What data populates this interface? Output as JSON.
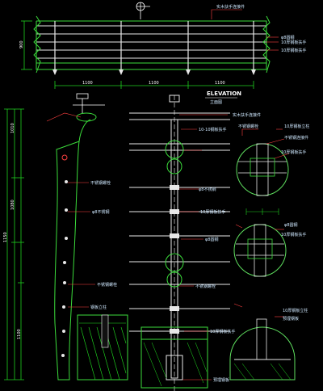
{
  "colors": {
    "background": "#000000",
    "rail": "#e8e8e8",
    "dimension": "#1fd11f",
    "outline": "#3bdc3b",
    "leader": "#ff4040",
    "hatch": "#20e020",
    "detail": "#5fe05f",
    "text": "#cfe8ff"
  },
  "elevation": {
    "title_en": "ELEVATION",
    "title_cn": "立面图"
  },
  "top_elevation": {
    "label_top": "实木扶手连接件",
    "label_rail_1": "φ8圆钢",
    "label_rail_2": "10厚钢板扶手",
    "label_rail_3": "10厚钢板扶手",
    "dim_spans": [
      "1100",
      "1100",
      "1100"
    ],
    "dim_side": "900"
  },
  "left_section": {
    "dims": [
      "1150",
      "1010",
      "1080",
      "1100"
    ],
    "labels": [
      "不锈钢螺栓",
      "φ8不锈钢",
      "不锈钢螺栓",
      "钢板立柱"
    ]
  },
  "center_elevation": {
    "labels": [
      "实木扶手连接件",
      "10-10钢板扶手",
      "φ8不锈钢",
      "10厚钢板扶手",
      "φ8圆钢",
      "不锈钢螺栓",
      "10厚钢板扶手",
      "预埋钢板"
    ]
  },
  "right_details": {
    "labels": [
      "不锈钢螺栓",
      "10厚钢板立柱",
      "不锈钢连接件",
      "10厚钢板扶手",
      "φ8圆钢",
      "10厚钢板扶手",
      "10厚钢板立柱",
      "预埋钢板"
    ]
  }
}
